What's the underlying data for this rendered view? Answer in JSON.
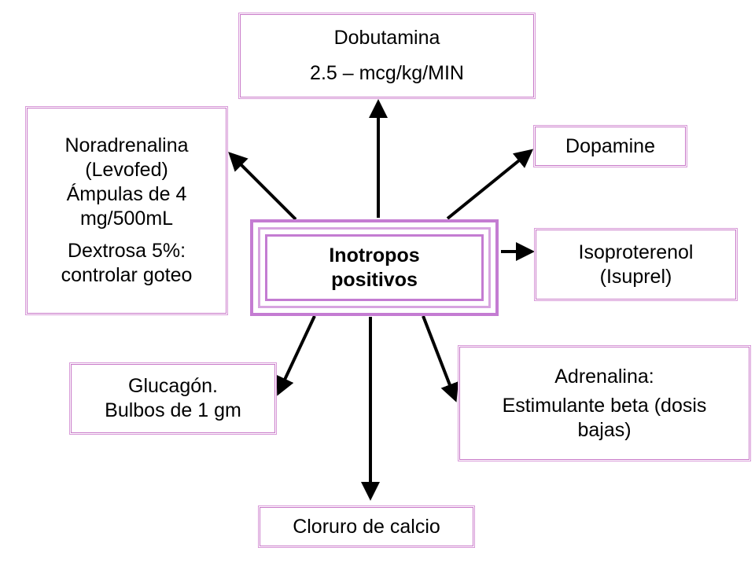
{
  "center": {
    "line1": "Inotropos",
    "line2": "positivos"
  },
  "nodes": {
    "dobutamina": {
      "line1": "Dobutamina",
      "line2": "2.5 – mcg/kg/MIN"
    },
    "noradrenalina": {
      "lines": [
        "Noradrenalina",
        "(Levofed)",
        "Ámpulas de 4",
        "mg/500mL"
      ],
      "extra": [
        "Dextrosa 5%:",
        "controlar goteo"
      ]
    },
    "dopamine": {
      "line1": "Dopamine"
    },
    "isoproterenol": {
      "line1": "Isoproterenol",
      "line2": "(Isuprel)"
    },
    "glucagon": {
      "line1": "Glucagón.",
      "line2": "Bulbos de 1 gm"
    },
    "adrenalina": {
      "line1": "Adrenalina:",
      "line2": "Estimulante beta (dosis",
      "line3": "bajas)"
    },
    "cloruro": {
      "line1": "Cloruro de calcio"
    }
  },
  "colors": {
    "border": "#c47cd2",
    "arrow": "#000000"
  }
}
